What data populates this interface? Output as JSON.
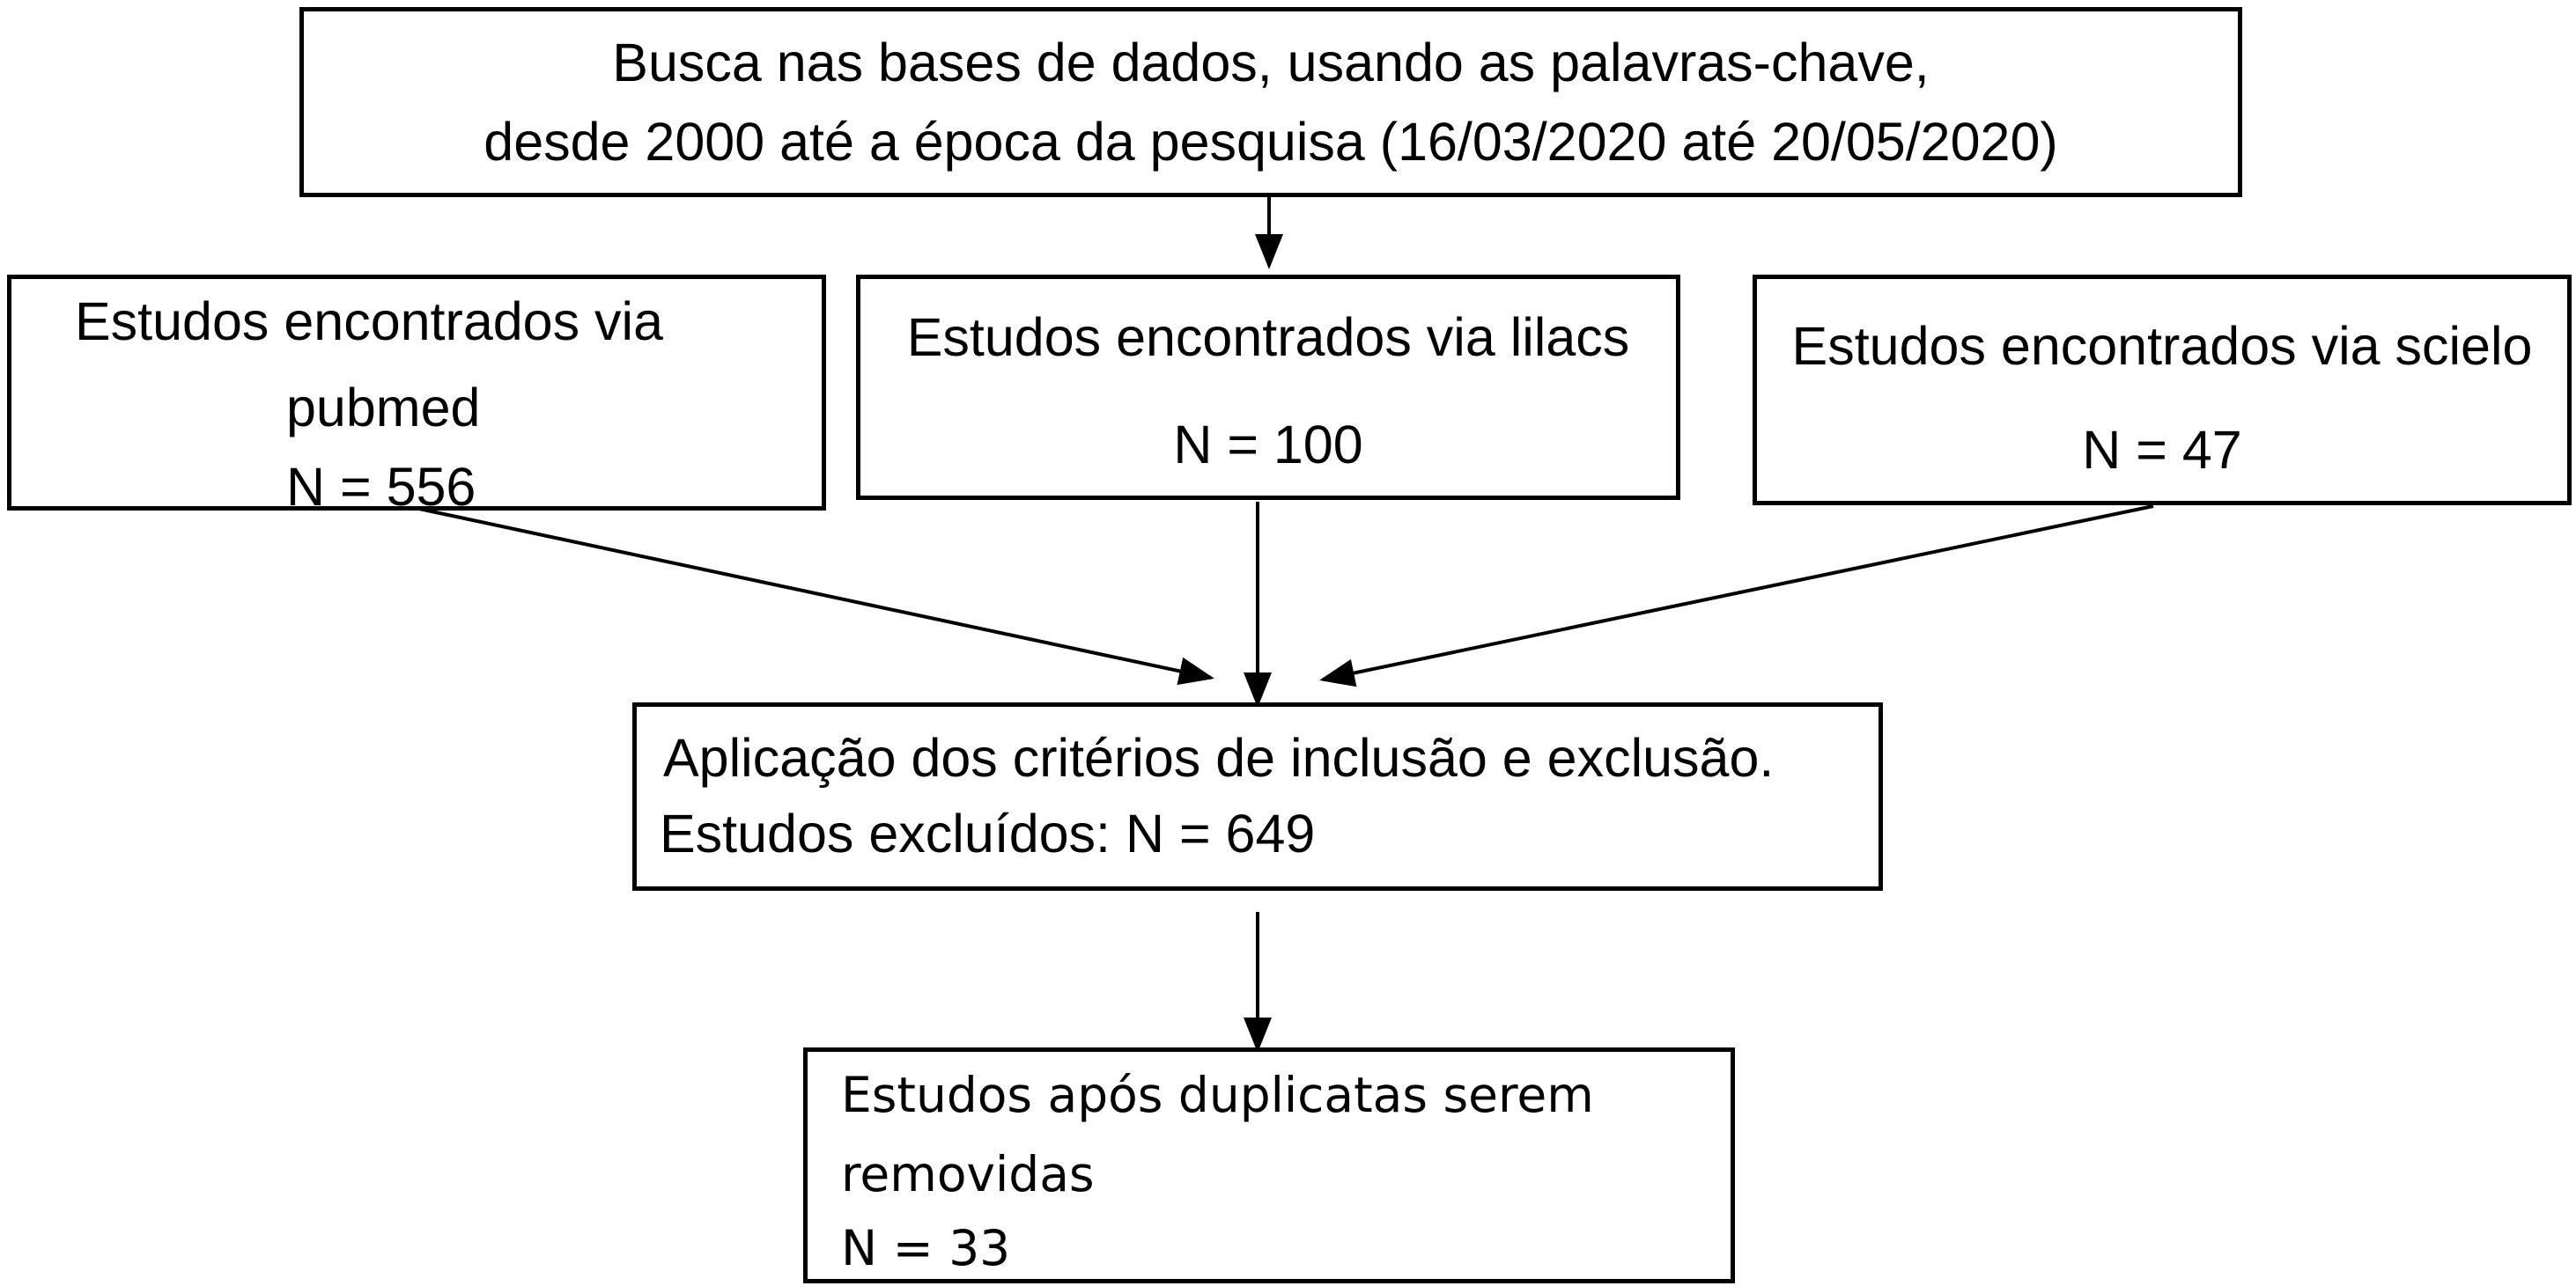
{
  "search": {
    "line1": "Busca nas bases de dados, usando as palavras-chave,",
    "line2": "desde 2000 até a época da pesquisa (16/03/2020 até 20/05/2020)"
  },
  "sources": [
    {
      "line1": "Estudos encontrados via",
      "line2": "pubmed",
      "count": "N = 556"
    },
    {
      "line1": "Estudos encontrados via lilacs",
      "count": "N = 100"
    },
    {
      "line1": "Estudos encontrados via scielo",
      "count": "N = 47"
    }
  ],
  "criteria": {
    "line1": "Aplicação dos critérios de inclusão e exclusão.",
    "line2": "Estudos excluídos: N = 649"
  },
  "final": {
    "line1": "Estudos após duplicatas serem",
    "line2": "removidas",
    "count": "N = 33"
  }
}
